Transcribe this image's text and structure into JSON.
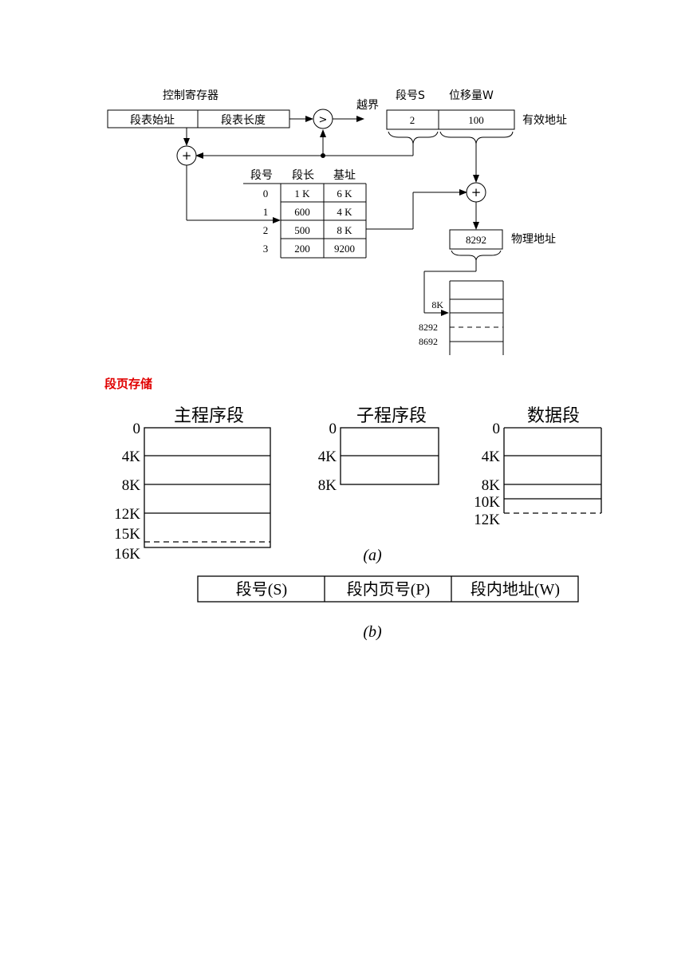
{
  "diagram1": {
    "control_register": "控制寄存器",
    "seg_table_start": "段表始址",
    "seg_table_length": "段表长度",
    "compare_symbol": ">",
    "overflow_label": "越界",
    "seg_no_s": "段号S",
    "offset_w": "位移量W",
    "logical_seg_value": "2",
    "logical_offset_value": "100",
    "effective_address": "有效地址",
    "plus_symbol": "+",
    "table_headers": [
      "段号",
      "段长",
      "基址"
    ],
    "table_rows": [
      {
        "no": "0",
        "len": "1 K",
        "base": "6 K"
      },
      {
        "no": "1",
        "len": "600",
        "base": "4 K"
      },
      {
        "no": "2",
        "len": "500",
        "base": "8 K"
      },
      {
        "no": "3",
        "len": "200",
        "base": "9200"
      }
    ],
    "physical_value": "8292",
    "physical_address": "物理地址",
    "memory_labels": [
      "8K",
      "8292",
      "8692"
    ]
  },
  "section_title": "段页存储",
  "diagram2": {
    "segments": [
      {
        "title": "主程序段",
        "ticks": [
          "0",
          "4K",
          "8K",
          "12K",
          "15K",
          "16K"
        ]
      },
      {
        "title": "子程序段",
        "ticks": [
          "0",
          "4K",
          "8K"
        ]
      },
      {
        "title": "数据段",
        "ticks": [
          "0",
          "4K",
          "8K",
          "10K",
          "12K"
        ]
      }
    ],
    "caption_a": "(a)",
    "address_fields": [
      "段号(S)",
      "段内页号(P)",
      "段内地址(W)"
    ],
    "caption_b": "(b)"
  }
}
